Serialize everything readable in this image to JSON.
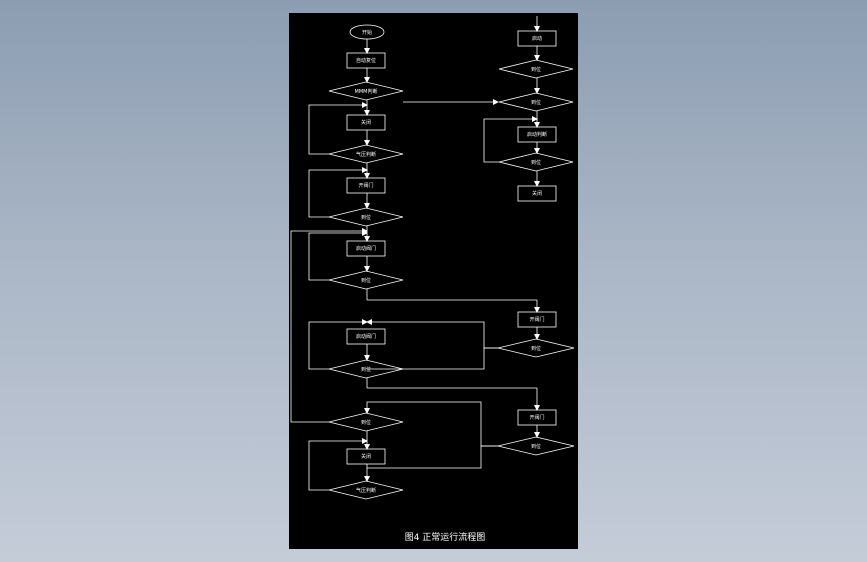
{
  "diagram": {
    "caption": "图4 正常运行流程图",
    "colors": {
      "canvas": "#000000",
      "stroke": "#ffffff",
      "backdrop_top": "#8c9db2",
      "backdrop_bottom": "#c4ccd8"
    },
    "left_column": {
      "start": "开始",
      "n1": "自动复位",
      "d1": "MMM判断",
      "n2": "关闭",
      "d2": "气压判断",
      "n3": "开阀门",
      "d3": "到位",
      "n4": "启动阀门",
      "d4": "到位",
      "n5": "启动阀门",
      "d5": "到位",
      "d6": "到位",
      "n6": "关闭",
      "d7": "气压判断"
    },
    "right_column": {
      "n1": "启动",
      "d1": "到位",
      "d2": "到位",
      "n2": "启动判断",
      "d3": "到位",
      "n3": "关闭",
      "n4": "开阀门",
      "d4": "到位",
      "n5": "开阀门",
      "d5": "到位"
    }
  }
}
